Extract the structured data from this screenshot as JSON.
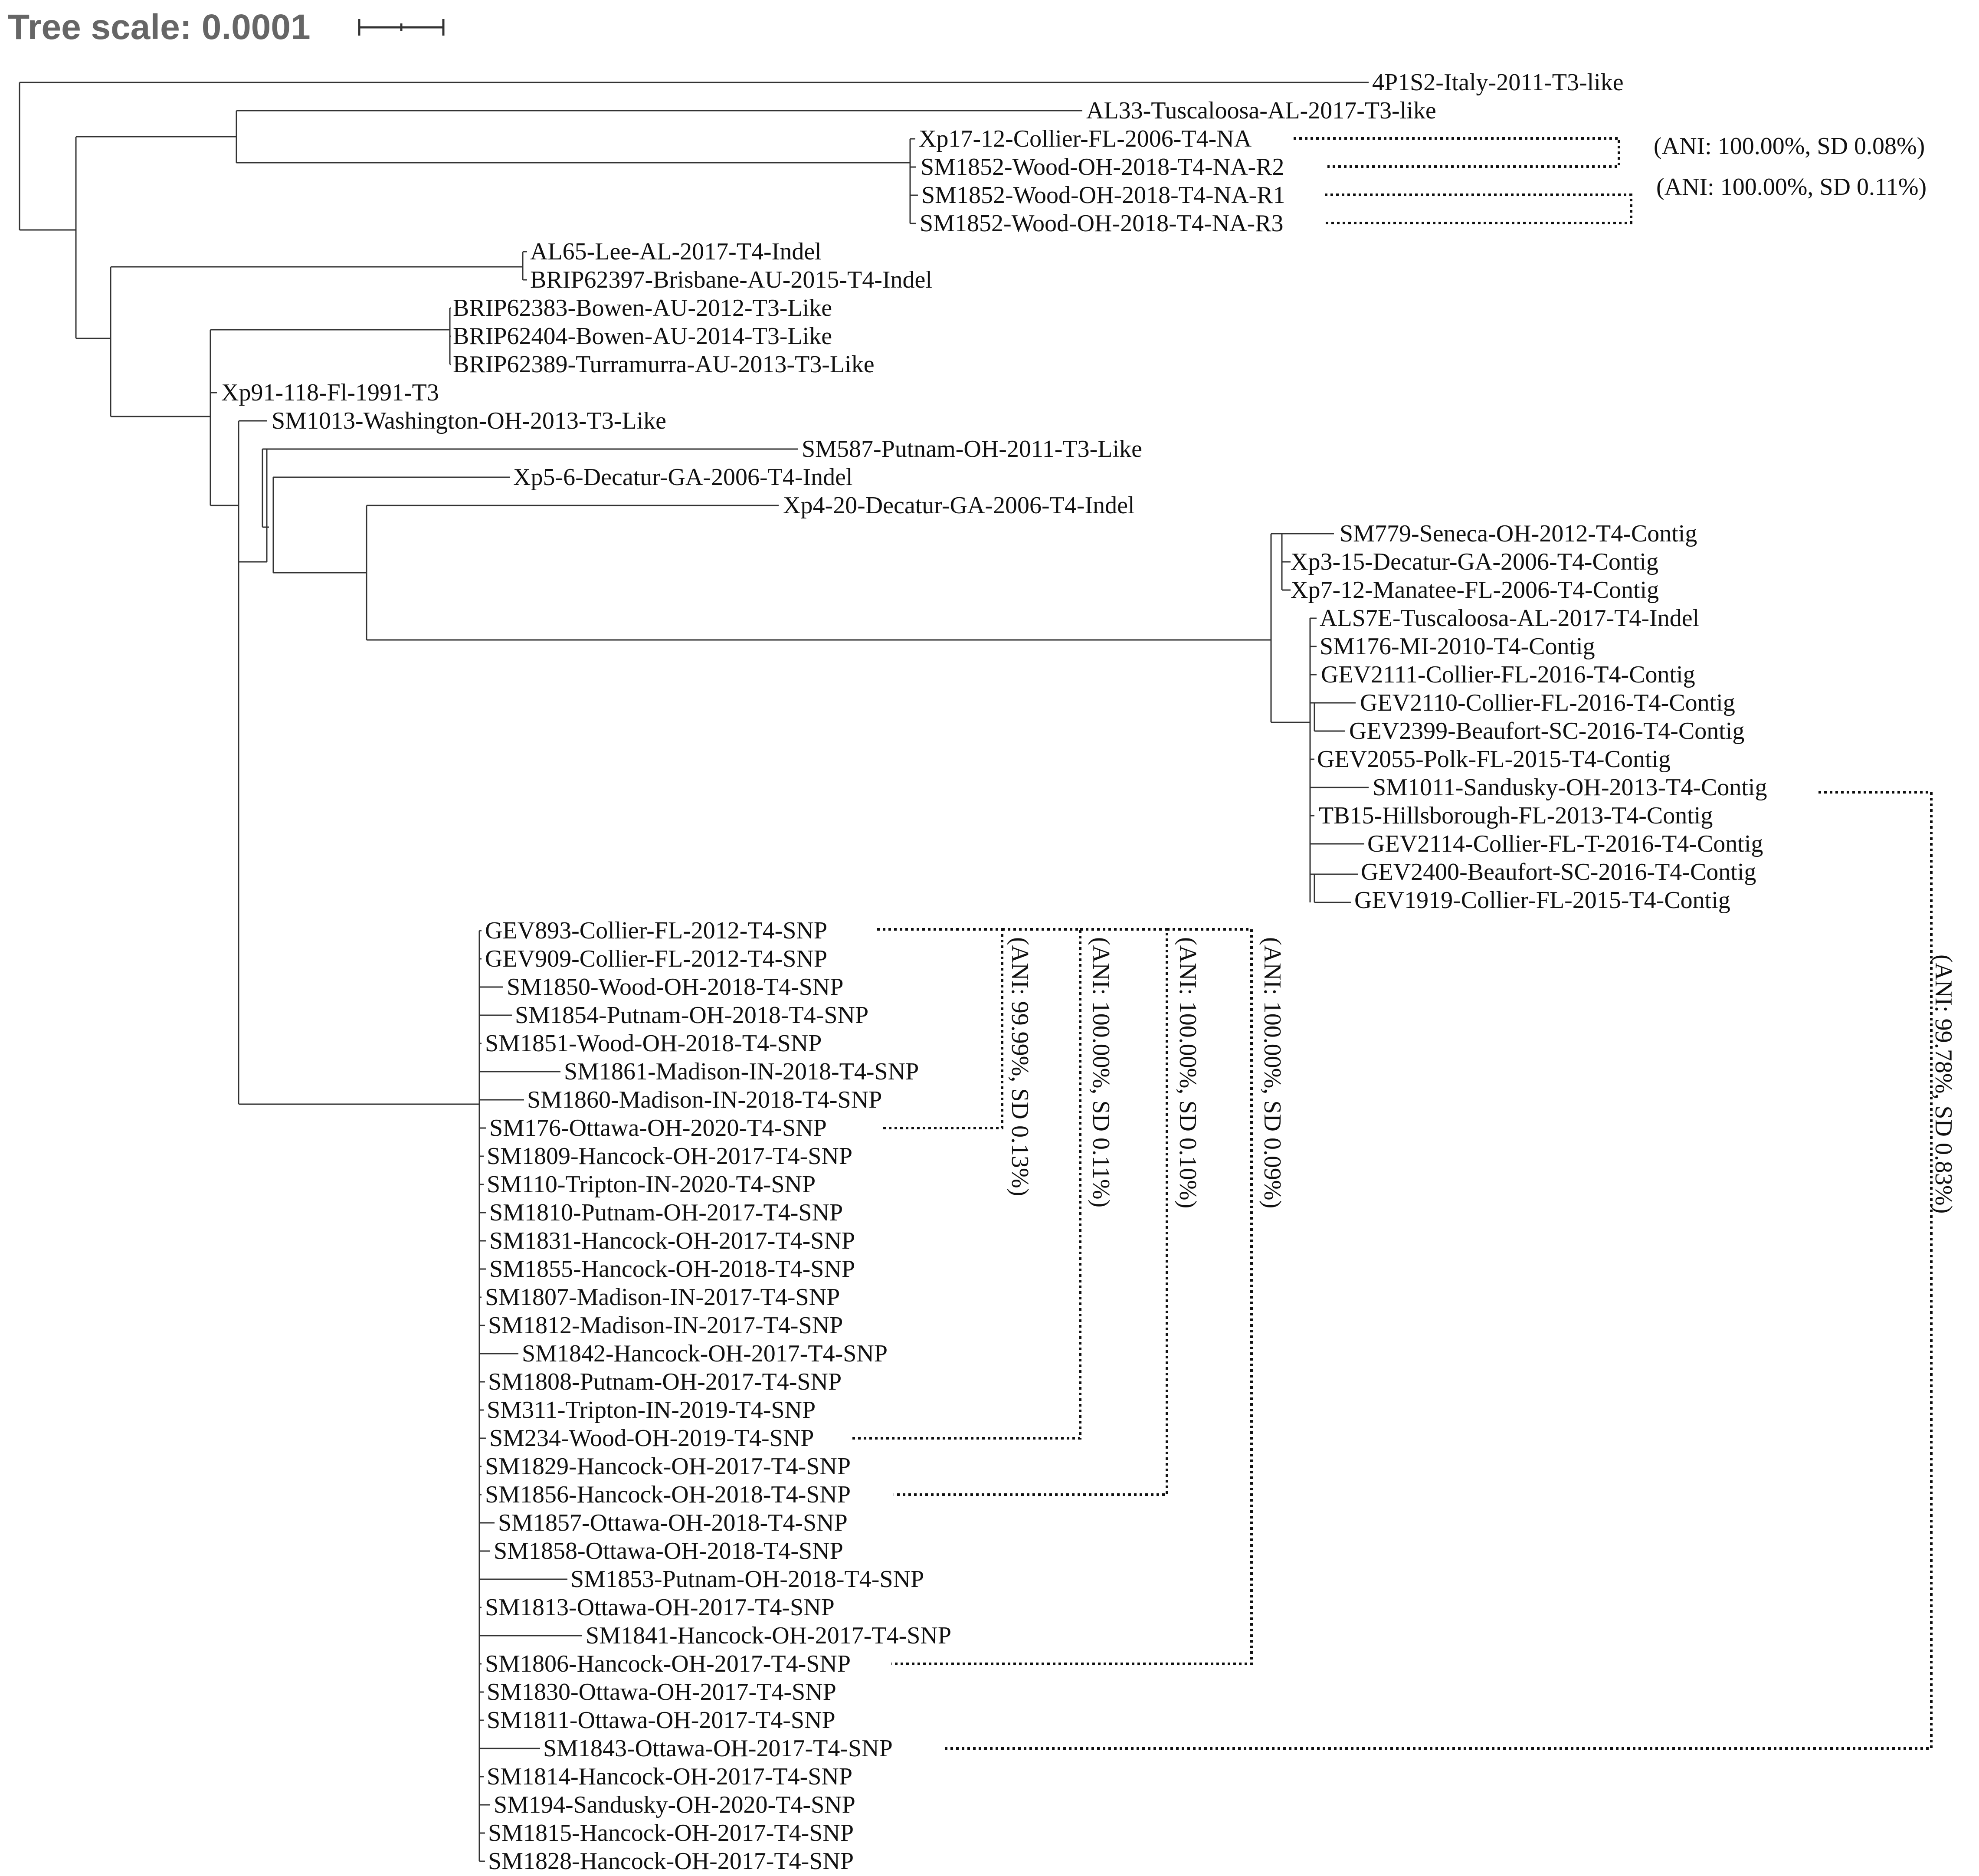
{
  "tree_scale": {
    "label": "Tree scale: 0.0001"
  },
  "leaves": [
    "4P1S2-Italy-2011-T3-like",
    "AL33-Tuscaloosa-AL-2017-T3-like",
    "Xp17-12-Collier-FL-2006-T4-NA",
    "SM1852-Wood-OH-2018-T4-NA-R2",
    "SM1852-Wood-OH-2018-T4-NA-R1",
    "SM1852-Wood-OH-2018-T4-NA-R3",
    "AL65-Lee-AL-2017-T4-Indel",
    "BRIP62397-Brisbane-AU-2015-T4-Indel",
    "BRIP62383-Bowen-AU-2012-T3-Like",
    "BRIP62404-Bowen-AU-2014-T3-Like",
    "BRIP62389-Turramurra-AU-2013-T3-Like",
    "Xp91-118-Fl-1991-T3",
    "SM1013-Washington-OH-2013-T3-Like",
    "SM587-Putnam-OH-2011-T3-Like",
    "Xp5-6-Decatur-GA-2006-T4-Indel",
    "Xp4-20-Decatur-GA-2006-T4-Indel",
    "SM779-Seneca-OH-2012-T4-Contig",
    "Xp3-15-Decatur-GA-2006-T4-Contig",
    "Xp7-12-Manatee-FL-2006-T4-Contig",
    "ALS7E-Tuscaloosa-AL-2017-T4-Indel",
    "SM176-MI-2010-T4-Contig",
    "GEV2111-Collier-FL-2016-T4-Contig",
    "GEV2110-Collier-FL-2016-T4-Contig",
    "GEV2399-Beaufort-SC-2016-T4-Contig",
    "GEV2055-Polk-FL-2015-T4-Contig",
    "SM1011-Sandusky-OH-2013-T4-Contig",
    "TB15-Hillsborough-FL-2013-T4-Contig",
    "GEV2114-Collier-FL-T-2016-T4-Contig",
    "GEV2400-Beaufort-SC-2016-T4-Contig",
    "GEV1919-Collier-FL-2015-T4-Contig",
    "GEV893-Collier-FL-2012-T4-SNP",
    "GEV909-Collier-FL-2012-T4-SNP",
    "SM1850-Wood-OH-2018-T4-SNP",
    "SM1854-Putnam-OH-2018-T4-SNP",
    "SM1851-Wood-OH-2018-T4-SNP",
    "SM1861-Madison-IN-2018-T4-SNP",
    "SM1860-Madison-IN-2018-T4-SNP",
    "SM176-Ottawa-OH-2020-T4-SNP",
    "SM1809-Hancock-OH-2017-T4-SNP",
    "SM110-Tripton-IN-2020-T4-SNP",
    "SM1810-Putnam-OH-2017-T4-SNP",
    "SM1831-Hancock-OH-2017-T4-SNP",
    "SM1855-Hancock-OH-2018-T4-SNP",
    "SM1807-Madison-IN-2017-T4-SNP",
    "SM1812-Madison-IN-2017-T4-SNP",
    "SM1842-Hancock-OH-2017-T4-SNP",
    "SM1808-Putnam-OH-2017-T4-SNP",
    "SM311-Tripton-IN-2019-T4-SNP",
    "SM234-Wood-OH-2019-T4-SNP",
    "SM1829-Hancock-OH-2017-T4-SNP",
    "SM1856-Hancock-OH-2018-T4-SNP",
    "SM1857-Ottawa-OH-2018-T4-SNP",
    "SM1858-Ottawa-OH-2018-T4-SNP",
    "SM1853-Putnam-OH-2018-T4-SNP",
    "SM1813-Ottawa-OH-2017-T4-SNP",
    "SM1841-Hancock-OH-2017-T4-SNP",
    "SM1806-Hancock-OH-2017-T4-SNP",
    "SM1830-Ottawa-OH-2017-T4-SNP",
    "SM1811-Ottawa-OH-2017-T4-SNP",
    "SM1843-Ottawa-OH-2017-T4-SNP",
    "SM1814-Hancock-OH-2017-T4-SNP",
    "SM194-Sandusky-OH-2020-T4-SNP",
    "SM1815-Hancock-OH-2017-T4-SNP",
    "SM1828-Hancock-OH-2017-T4-SNP"
  ],
  "annotations": {
    "ani_r2": "(ANI: 100.00%, SD 0.08%)",
    "ani_r1": "(ANI: 100.00%, SD 0.11%)",
    "ani_gev893": "(ANI: 99.99%, SD 0.13%)",
    "ani_sm234": "(ANI: 100.00%, SD 0.11%)",
    "ani_sm1856": "(ANI: 100.00%, SD 0.10%)",
    "ani_sm1806": "(ANI: 100.00%, SD 0.09%)",
    "ani_sm1011": "(ANI: 99.78%, SD 0.83%)"
  }
}
